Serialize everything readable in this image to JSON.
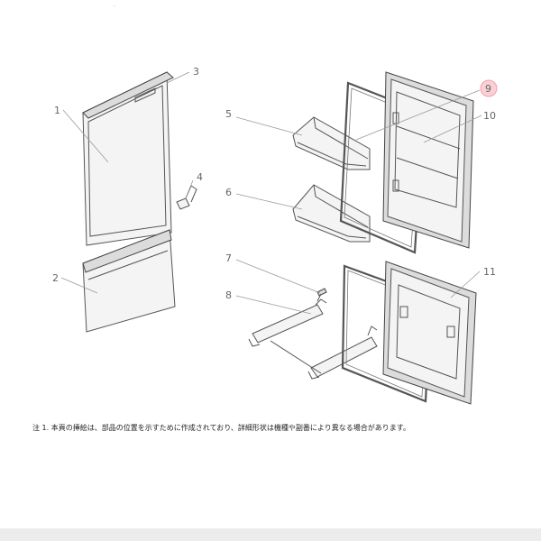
{
  "callouts": [
    {
      "label": "1"
    },
    {
      "label": "2"
    },
    {
      "label": "3"
    },
    {
      "label": "4"
    },
    {
      "label": "5"
    },
    {
      "label": "6"
    },
    {
      "label": "7"
    },
    {
      "label": "8"
    },
    {
      "label": "9"
    },
    {
      "label": "10"
    },
    {
      "label": "11"
    }
  ],
  "highlight_color": "#f2a0a8",
  "note": "注 1. 本頁の挿絵は、部品の位置を示すために作成されており、詳細形状は機種や副番により異なる場合があります。",
  "top_mark": "·"
}
